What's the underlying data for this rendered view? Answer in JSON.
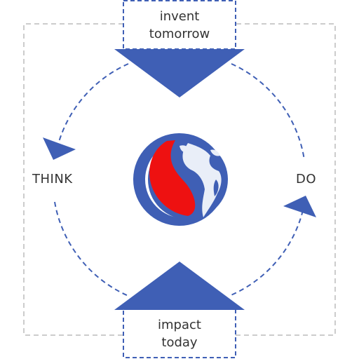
{
  "top_box": {
    "line1": "invent",
    "line2": "tomorrow"
  },
  "bottom_box": {
    "line1": "impact",
    "line2": "today"
  },
  "left_label": "THINK",
  "right_label": "DO",
  "colors": {
    "accent": "#3f5fb5",
    "red": "#ee1111",
    "outer_border": "#bbbbbb",
    "text": "#333333"
  },
  "icons": [
    "logo-globe-icon"
  ]
}
